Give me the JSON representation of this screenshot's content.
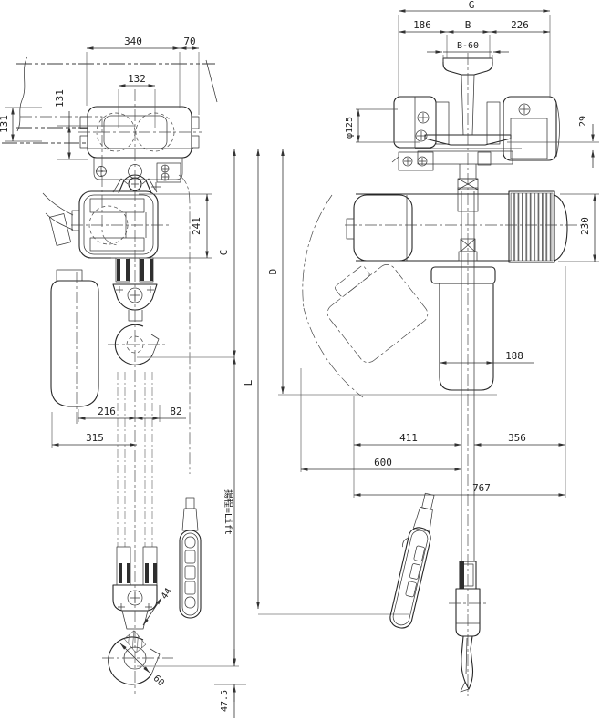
{
  "drawing": {
    "front": {
      "dim_340": "340",
      "dim_70": "70",
      "dim_132": "132",
      "dim_131_left": "131",
      "dim_131_inner": "131",
      "dim_241": "241",
      "dim_C": "C",
      "dim_D": "D",
      "dim_L": "L",
      "dim_216": "216",
      "dim_82": "82",
      "dim_315": "315",
      "lift_label": "揚程=Lift",
      "dim_44": "44",
      "dim_60": "60",
      "dim_47_5": "47.5"
    },
    "side": {
      "dim_G": "G",
      "dim_186": "186",
      "dim_B": "B",
      "dim_226": "226",
      "dim_B60": "B-60",
      "dim_dia125": "φ125",
      "dim_29": "29",
      "dim_230": "230",
      "dim_188": "188",
      "dim_411": "411",
      "dim_356": "356",
      "dim_600": "600",
      "dim_767": "767"
    }
  }
}
